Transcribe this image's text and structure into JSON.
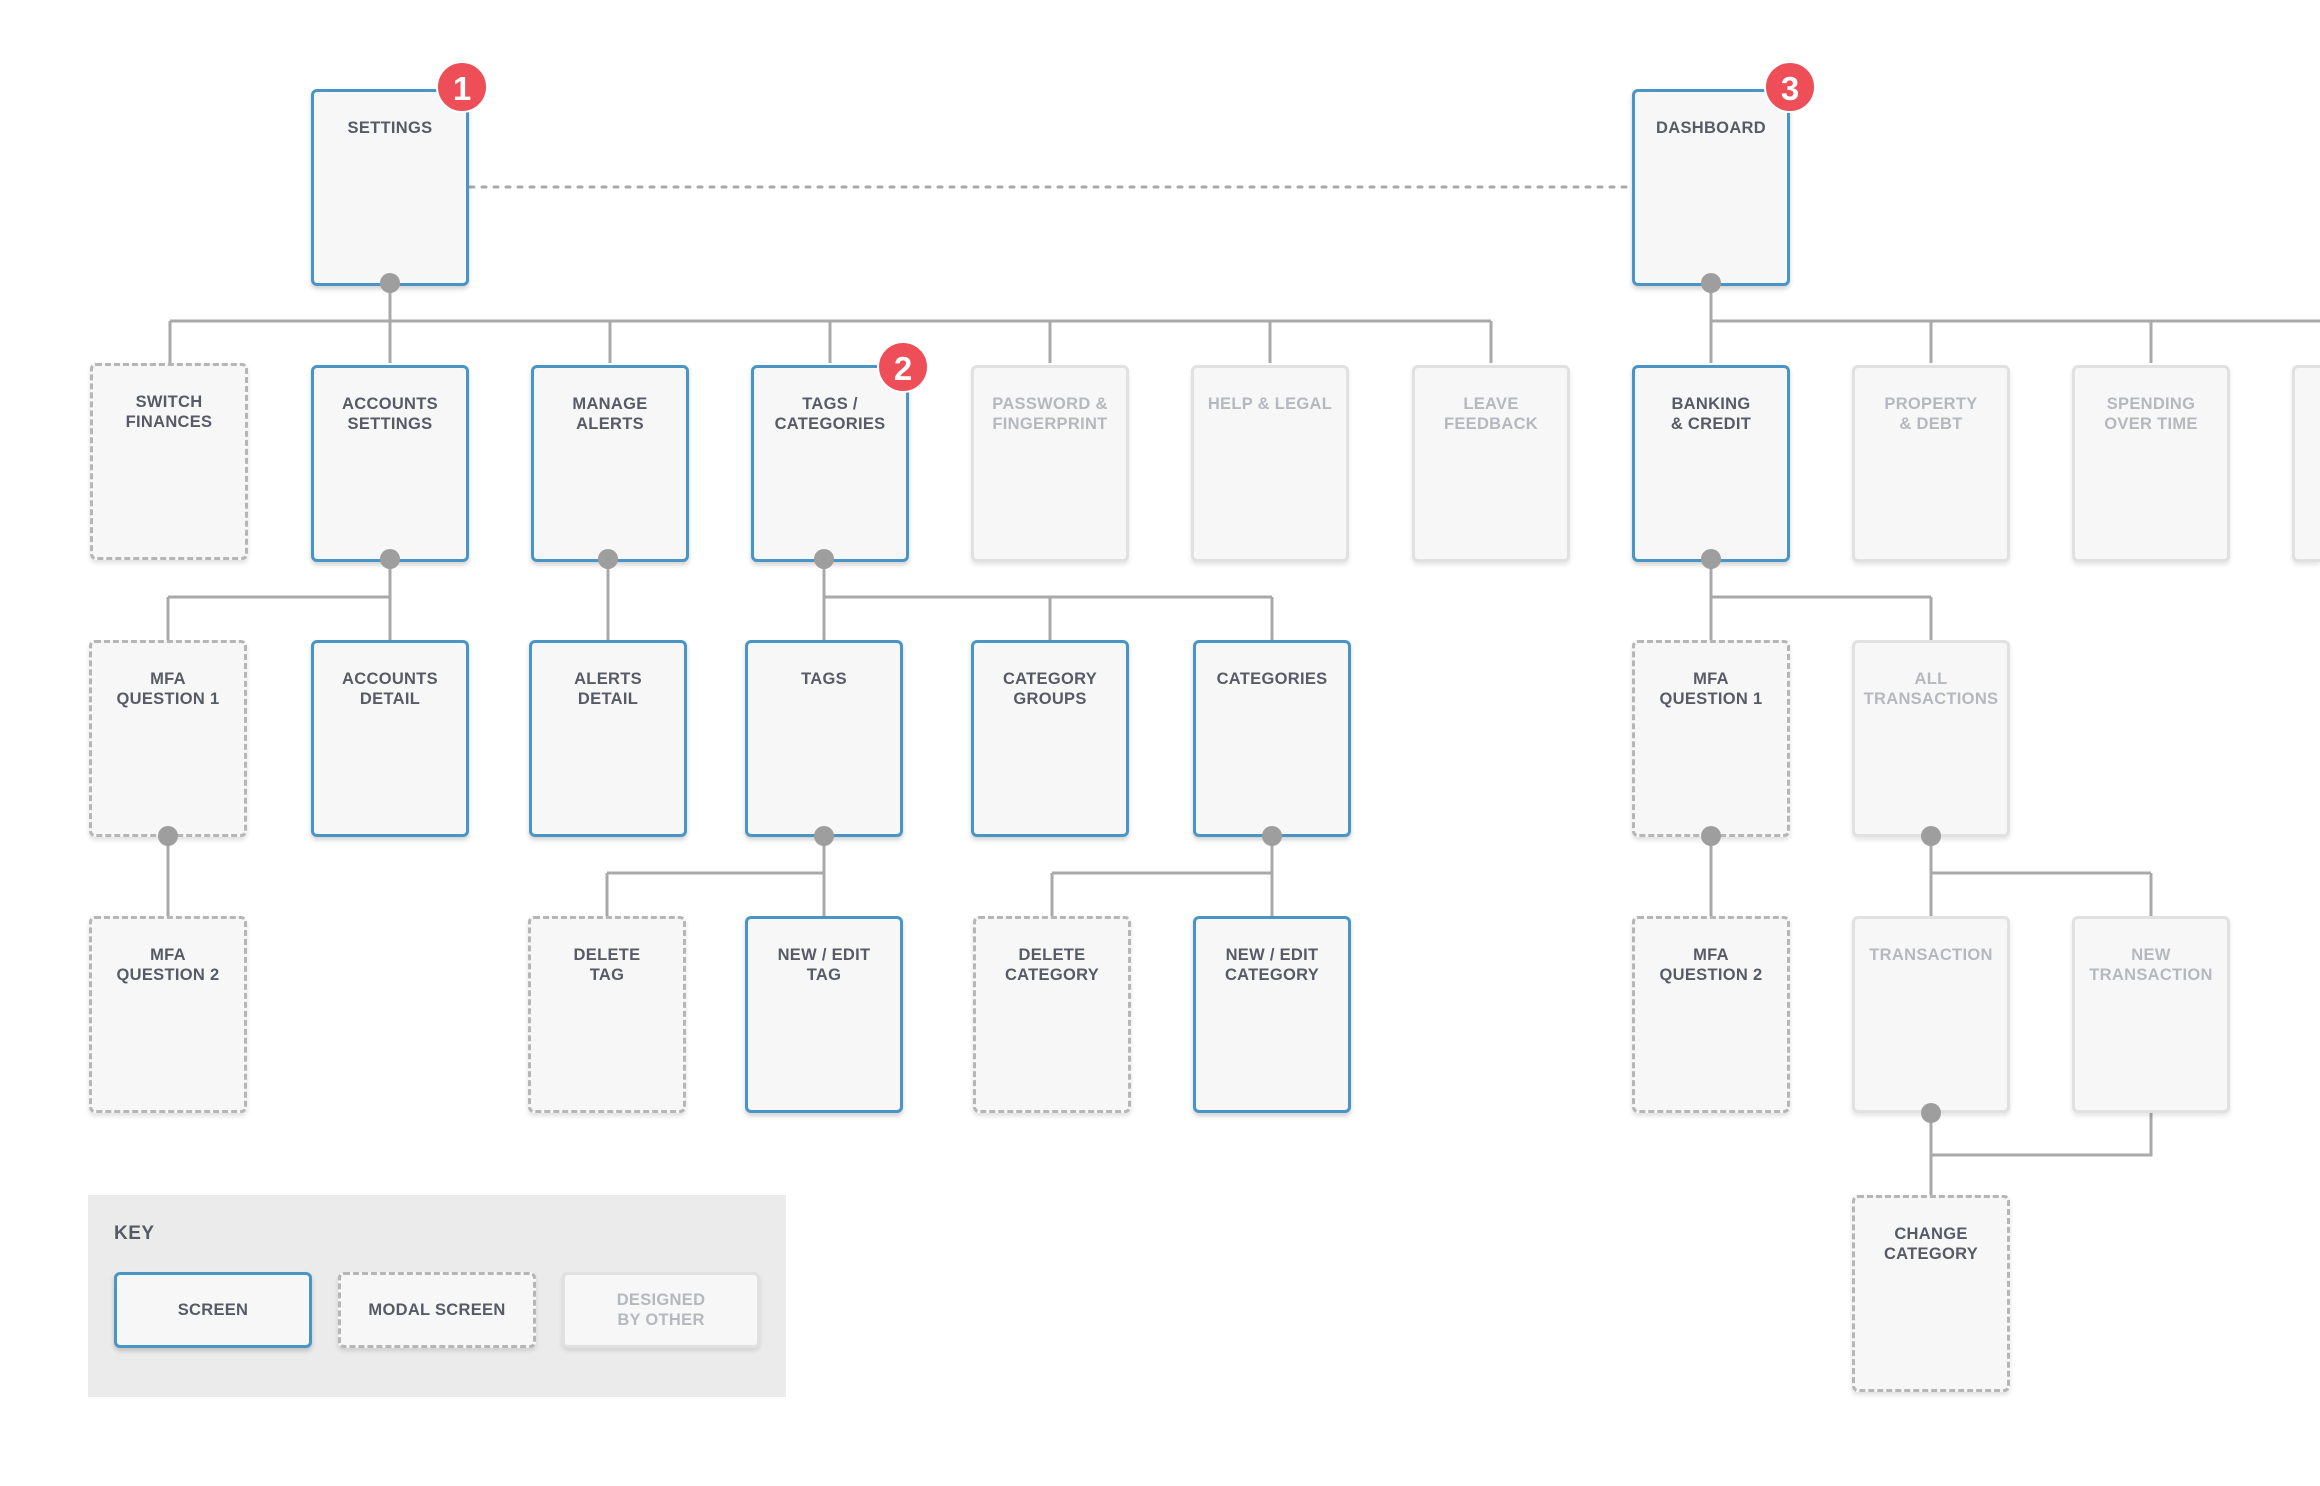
{
  "colors": {
    "screen_border": "#4995c6",
    "modal_border": "#b6b6b6",
    "other_border": "#e1e1e1",
    "connector": "#a9a9a9",
    "badge": "#ee4e58"
  },
  "nodes": {
    "settings": "SETTINGS",
    "dashboard": "DASHBOARD",
    "switch_finances": "SWITCH\nFINANCES",
    "accounts_settings": "ACCOUNTS\nSETTINGS",
    "manage_alerts": "MANAGE\nALERTS",
    "tags_categories": "TAGS /\nCATEGORIES",
    "password_fingerprint": "PASSWORD &\nFINGERPRINT",
    "help_legal": "HELP & LEGAL",
    "leave_feedback": "LEAVE\nFEEDBACK",
    "banking_credit": "BANKING\n& CREDIT",
    "property_debt": "PROPERTY\n& DEBT",
    "spending_over_time": "SPENDING\nOVER TIME",
    "mfa_question_1_a": "MFA\nQUESTION 1",
    "accounts_detail": "ACCOUNTS\nDETAIL",
    "alerts_detail": "ALERTS\nDETAIL",
    "tags": "TAGS",
    "category_groups": "CATEGORY\nGROUPS",
    "categories": "CATEGORIES",
    "mfa_question_1_b": "MFA\nQUESTION 1",
    "all_transactions": "ALL\nTRANSACTIONS",
    "mfa_question_2_a": "MFA\nQUESTION 2",
    "delete_tag": "DELETE\nTAG",
    "new_edit_tag": "NEW / EDIT\nTAG",
    "delete_category": "DELETE\nCATEGORY",
    "new_edit_category": "NEW / EDIT\nCATEGORY",
    "mfa_question_2_b": "MFA\nQUESTION 2",
    "transaction": "TRANSACTION",
    "new_transaction": "NEW\nTRANSACTION",
    "change_category": "CHANGE\nCATEGORY"
  },
  "badges": {
    "settings": "1",
    "tags_categories": "2",
    "dashboard": "3"
  },
  "key": {
    "title": "KEY",
    "screen": "SCREEN",
    "modal_screen": "MODAL SCREEN",
    "designed_by_other": "DESIGNED\nBY OTHER"
  }
}
